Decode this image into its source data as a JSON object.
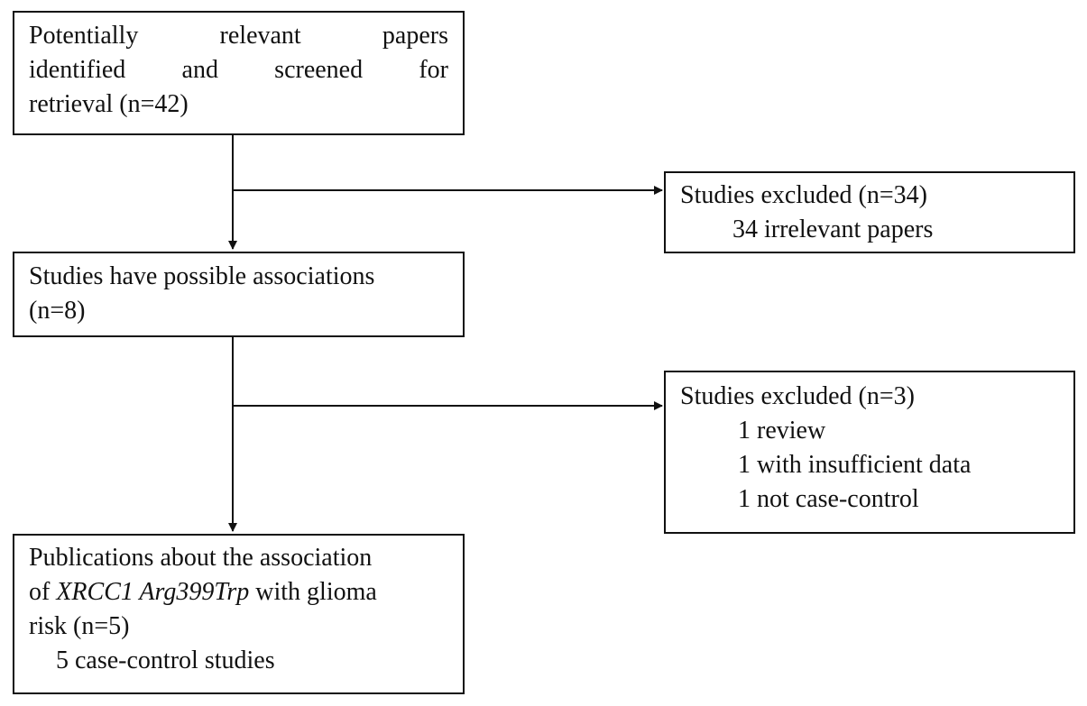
{
  "boxes": {
    "identified": {
      "lines": [
        [
          "Potentially",
          "relevant",
          "papers"
        ],
        [
          "identified",
          "and",
          "screened",
          "for"
        ],
        "retrieval (n=42)"
      ]
    },
    "excluded1": {
      "title": "Studies excluded (n=34)",
      "items": [
        "34 irrelevant papers"
      ]
    },
    "possible": {
      "line1": "Studies have possible associations",
      "line2": "(n=8)"
    },
    "excluded2": {
      "title": "Studies excluded (n=3)",
      "items": [
        "1 review",
        "1 with insufficient data",
        "1 not case-control"
      ]
    },
    "publications": {
      "line1": "Publications about the association",
      "line2_prefix": "of ",
      "line2_italic": "XRCC1 Arg399Trp",
      "line2_suffix": " with glioma",
      "line3": "risk (n=5)",
      "line4": "5 case-control studies"
    }
  }
}
